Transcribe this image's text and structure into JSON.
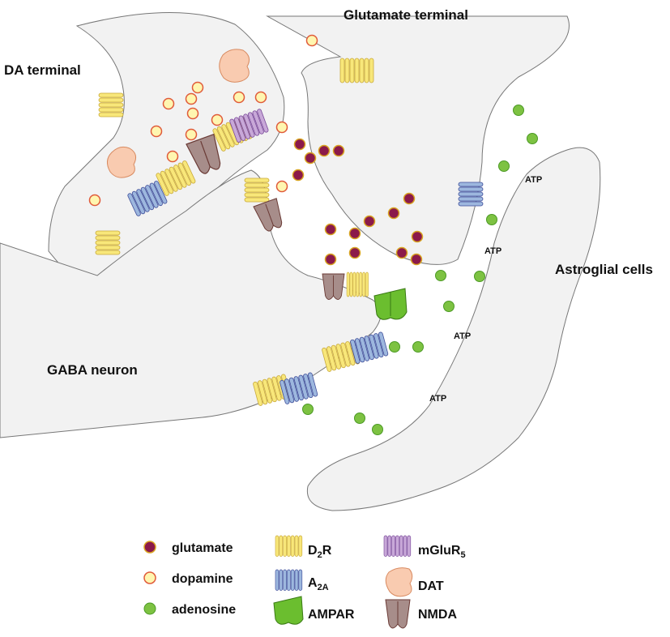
{
  "regions": {
    "da_terminal": "DA terminal",
    "glutamate_terminal": "Glutamate terminal",
    "astroglial": "Astroglial cells",
    "gaba_neuron": "GABA neuron"
  },
  "atp_label": "ATP",
  "legend": {
    "glutamate": "glutamate",
    "dopamine": "dopamine",
    "adenosine": "adenosine",
    "d2r_main": "D",
    "d2r_sub": "2",
    "d2r_tail": "R",
    "a2a_main": "A",
    "a2a_sub": "2A",
    "mglur5_main": "mGluR",
    "mglur5_sub": "5",
    "dat": "DAT",
    "ampar": "AMPAR",
    "nmda": "NMDA"
  },
  "colors": {
    "glutamate_fill": "#8B1A4A",
    "glutamate_stroke": "#D9A521",
    "dopamine_fill": "#FFF6B0",
    "dopamine_stroke": "#E05A3A",
    "adenosine_fill": "#7DC242",
    "adenosine_stroke": "#4C9A25",
    "d2r": "#F8E77A",
    "a2a": "#9DB7DE",
    "mglur5": "#C8A8D8",
    "dat": "#F9CBB0",
    "ampar": "#6BBE2F",
    "nmda": "#A78D8A",
    "membrane": "#F2F2F2"
  }
}
